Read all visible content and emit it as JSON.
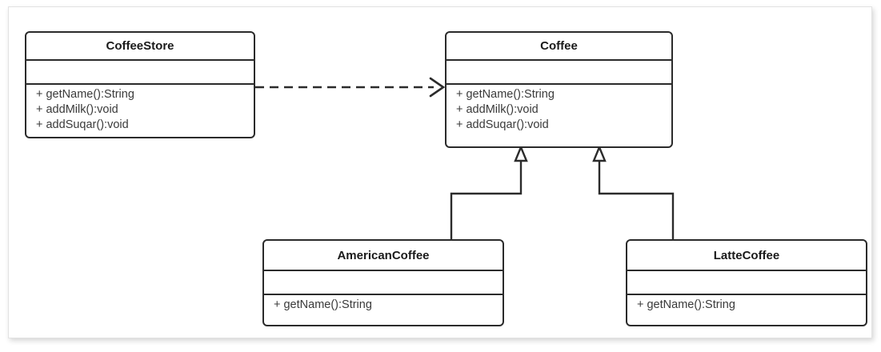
{
  "diagram": {
    "kind": "uml-class-diagram",
    "canvas_background": "#ffffff",
    "sheet_background": "#ffffff",
    "line_color": "#2b2b2b",
    "text_color": "#3a3a3a",
    "title_color": "#1a1a1a",
    "classes": [
      {
        "id": "coffeestore",
        "name": "CoffeeStore",
        "attributes": [],
        "operations": [
          "+ getName():String",
          "+ addMilk():void",
          "+ addSuqar():void"
        ]
      },
      {
        "id": "coffee",
        "name": "Coffee",
        "attributes": [],
        "operations": [
          "+ getName():String",
          "+ addMilk():void",
          "+ addSuqar():void"
        ]
      },
      {
        "id": "americancoffee",
        "name": "AmericanCoffee",
        "attributes": [],
        "operations": [
          "+ getName():String"
        ]
      },
      {
        "id": "lattecoffee",
        "name": "LatteCoffee",
        "attributes": [],
        "operations": [
          "+ getName():String"
        ]
      }
    ],
    "relationships": [
      {
        "id": "dependency-coffeestore-coffee",
        "type": "dependency",
        "from": "coffeestore",
        "to": "coffee",
        "line_style": "dashed",
        "arrowhead": "open"
      },
      {
        "id": "generalization-americancoffee-coffee",
        "type": "generalization",
        "from": "americancoffee",
        "to": "coffee",
        "line_style": "solid",
        "arrowhead": "hollow-triangle"
      },
      {
        "id": "generalization-lattecoffee-coffee",
        "type": "generalization",
        "from": "lattecoffee",
        "to": "coffee",
        "line_style": "solid",
        "arrowhead": "hollow-triangle"
      }
    ]
  }
}
